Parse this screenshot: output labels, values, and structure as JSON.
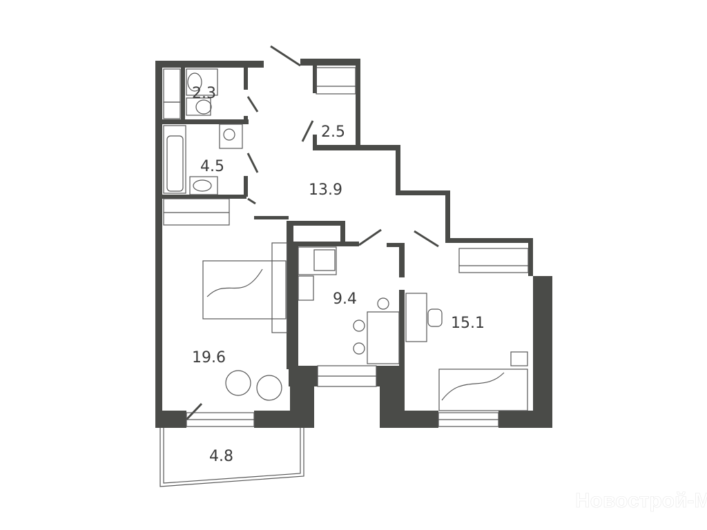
{
  "plan": {
    "rooms": [
      {
        "id": "bathroom-small",
        "area": "2.3"
      },
      {
        "id": "storage",
        "area": "2.5"
      },
      {
        "id": "bathroom",
        "area": "4.5"
      },
      {
        "id": "hallway",
        "area": "13.9"
      },
      {
        "id": "kitchen",
        "area": "9.4"
      },
      {
        "id": "bedroom",
        "area": "15.1"
      },
      {
        "id": "living-room",
        "area": "19.6"
      },
      {
        "id": "balcony",
        "area": "4.8"
      }
    ],
    "watermark": "Новострой-М",
    "wall_color": "#4a4b48"
  }
}
